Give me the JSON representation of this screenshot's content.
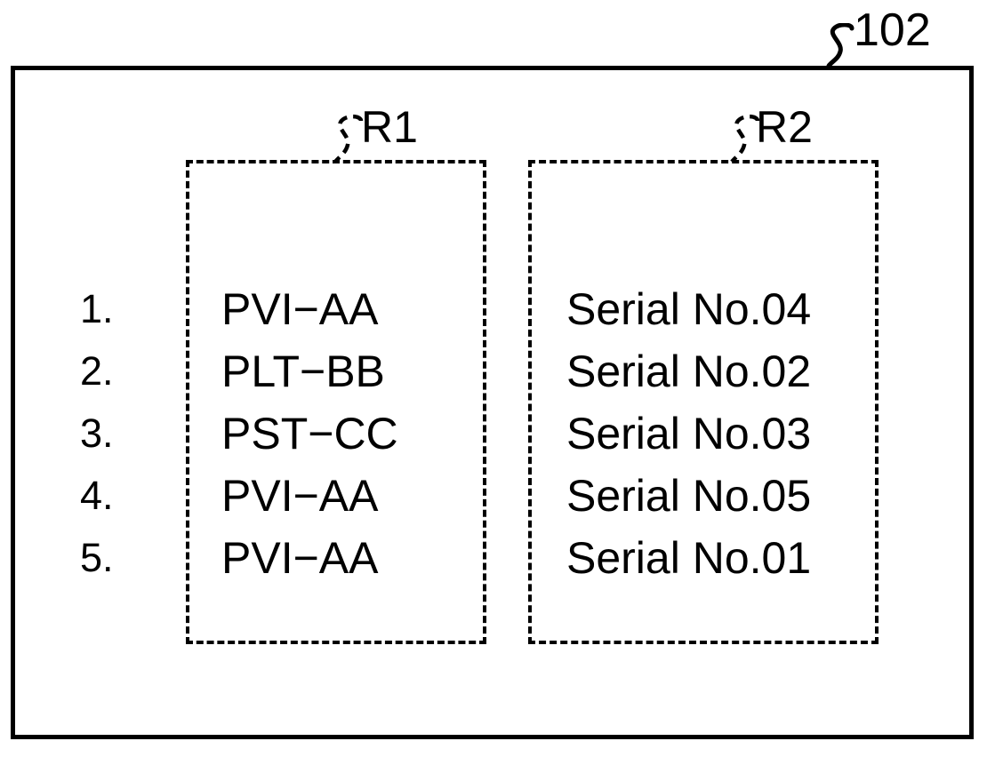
{
  "figure": {
    "reference_numeral": "102",
    "regions": [
      {
        "label": "R1",
        "name": "model-name-region"
      },
      {
        "label": "R2",
        "name": "serial-number-region"
      }
    ]
  },
  "list": {
    "rows": [
      {
        "index": "1.",
        "model": "PVI−AA",
        "serial": "Serial No.04"
      },
      {
        "index": "2.",
        "model": "PLT−BB",
        "serial": "Serial No.02"
      },
      {
        "index": "3.",
        "model": "PST−CC",
        "serial": "Serial No.03"
      },
      {
        "index": "4.",
        "model": "PVI−AA",
        "serial": "Serial No.05"
      },
      {
        "index": "5.",
        "model": "PVI−AA",
        "serial": "Serial No.01"
      }
    ]
  },
  "colors": {
    "line": "#000000",
    "background": "#ffffff"
  }
}
